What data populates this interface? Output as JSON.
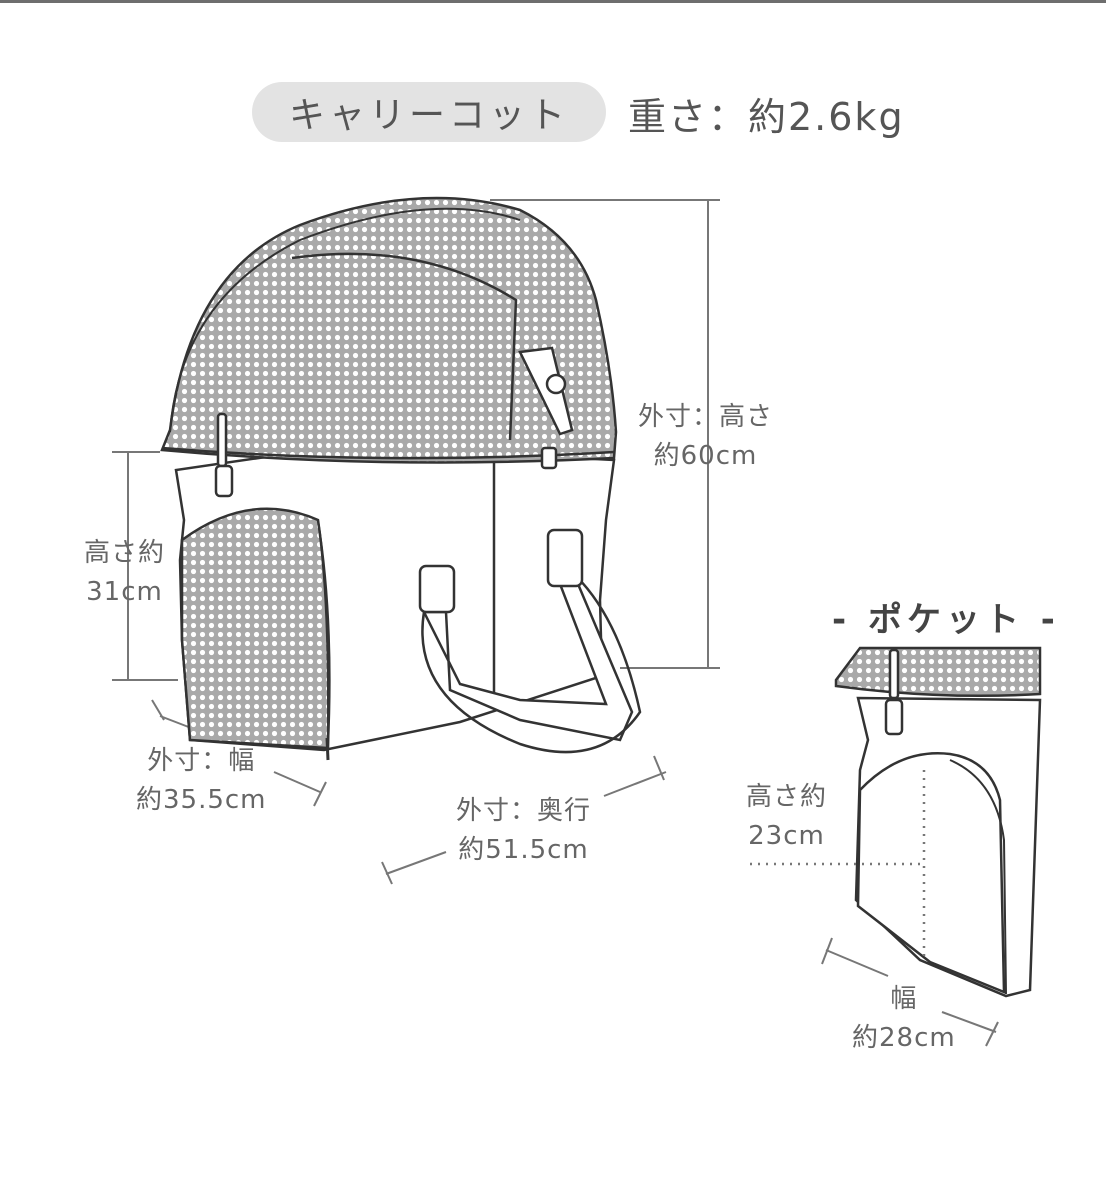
{
  "header": {
    "product_label": "キャリーコット",
    "weight_text": "重さ：約2.6kg"
  },
  "carrier": {
    "outer_height": {
      "line1": "外寸：高さ",
      "line2": "約60cm"
    },
    "inner_height": {
      "line1": "高さ約",
      "line2": "31cm"
    },
    "outer_width": {
      "line1": "外寸：幅",
      "line2": "約35.5cm"
    },
    "outer_depth": {
      "line1": "外寸：奥行",
      "line2": "約51.5cm"
    }
  },
  "pocket": {
    "title": "- ポケット -",
    "height": {
      "line1": "高さ約",
      "line2": "23cm"
    },
    "width": {
      "line1": "幅",
      "line2": "約28cm"
    }
  },
  "colors": {
    "line": "#333333",
    "mesh": "#a9a9a9",
    "text": "#555555",
    "pill_bg": "#e3e3e3"
  }
}
